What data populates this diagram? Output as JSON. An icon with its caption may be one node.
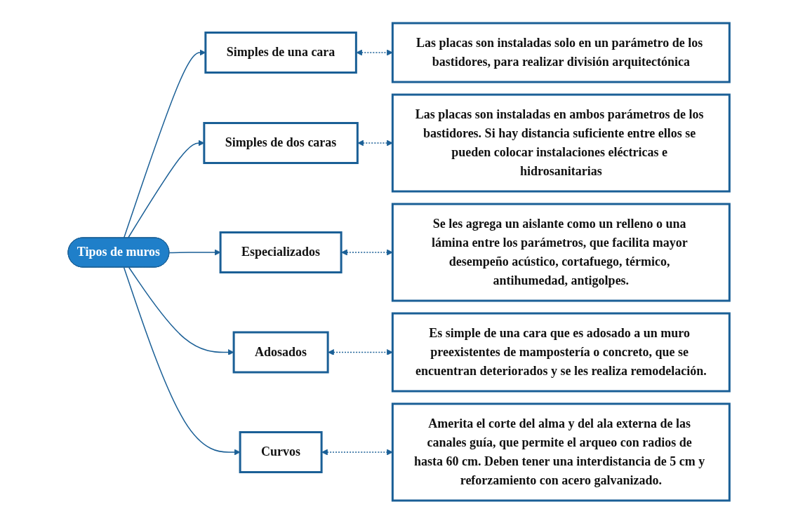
{
  "diagram": {
    "nodes": [
      {
        "text": [
          "Tipos de muros"
        ]
      },
      {
        "text": [
          "Simples de una cara"
        ]
      },
      {
        "text": [
          "Las placas son instaladas solo en un parámetro de los bastidores, para realizar división arquitectónica"
        ]
      },
      {
        "text": [
          "Simples de dos caras"
        ]
      },
      {
        "text": [
          "Las placas son instaladas en ambos parámetros de los bastidores. Si hay distancia suficiente entre ellos se pueden colocar instalaciones eléctricas e hidrosanitarias"
        ]
      },
      {
        "text": [
          "Especializados"
        ]
      },
      {
        "text": [
          "Se les agrega un aislante como un relleno o una lámina entre los parámetros, que facilita mayor desempeño acústico, cortafuego, térmico, antihumedad, antigolpes."
        ]
      },
      {
        "text": [
          "Adosados"
        ]
      },
      {
        "text": [
          "Es simple de una cara que es adosado a un muro preexistentes de mampostería o concreto, que se encuentran deteriorados y se les realiza remodelación."
        ]
      },
      {
        "text": [
          "Curvos"
        ]
      },
      {
        "text": [
          "Amerita el corte del alma y del ala externa de las canales guía, que permite el arqueo con radios de hasta 60 cm. Deben tener una interdistancia de 5 cm y reforzamiento con acero galvanizado."
        ]
      }
    ],
    "edges": [
      {
        "from": 0,
        "to": 1,
        "arrow": "to"
      },
      {
        "from": 0,
        "to": 3,
        "arrow": "to"
      },
      {
        "from": 0,
        "to": 5,
        "arrow": "to"
      },
      {
        "from": 0,
        "to": 7,
        "arrow": "to"
      },
      {
        "from": 0,
        "to": 9,
        "arrow": "to"
      },
      {
        "from": 1,
        "to": 2,
        "arrow": "both",
        "style": "dashed"
      },
      {
        "from": 3,
        "to": 4,
        "arrow": "both",
        "style": "dashed"
      },
      {
        "from": 5,
        "to": 6,
        "arrow": "both",
        "style": "dashed"
      },
      {
        "from": 7,
        "to": 8,
        "arrow": "both",
        "style": "dashed"
      },
      {
        "from": 9,
        "to": 10,
        "arrow": "both",
        "style": "dashed"
      }
    ]
  }
}
